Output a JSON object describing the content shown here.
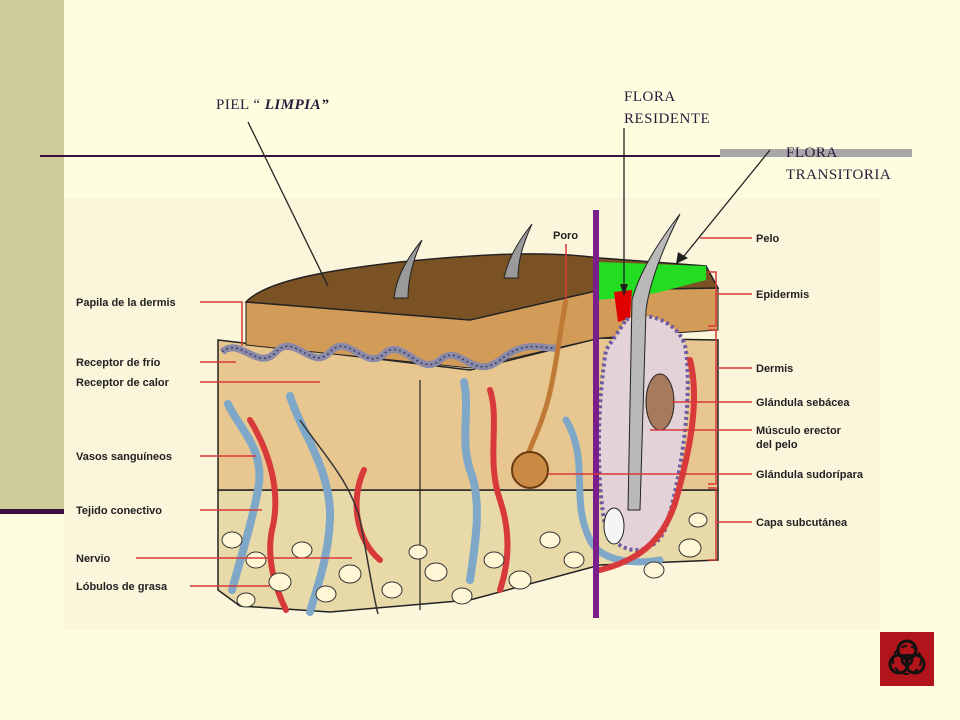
{
  "callouts": {
    "piel_prefix": "PIEL “ ",
    "piel_emph": "LIMPIA”",
    "flora_residente": [
      "FLORA",
      "RESIDENTE"
    ],
    "flora_transitoria": [
      "FLORA",
      "TRANSITORIA"
    ]
  },
  "diagram": {
    "poro": "Poro",
    "left_labels": [
      "Papila de la dermis",
      "Receptor de frío",
      "Receptor de calor",
      "Vasos sanguíneos",
      "Tejido conectivo",
      "Nervio",
      "Lóbulos de grasa"
    ],
    "right_labels": [
      "Pelo",
      "Epidermis",
      "Dermis",
      "Glándula sebácea",
      "Músculo erector",
      "del pelo",
      "Glándula sudorípara",
      "Capa subcutánea"
    ]
  },
  "colors": {
    "background": "#FFFDE0",
    "sidebar": "#CFCB98",
    "rule": "#3A1040",
    "accent": "#A8A8A8",
    "flora_residente": "#E00000",
    "flora_transitoria": "#22DD22",
    "divider": "#7A1E8C",
    "badge": "#B2141B"
  },
  "icons": {
    "badge": "biohazard-icon"
  }
}
